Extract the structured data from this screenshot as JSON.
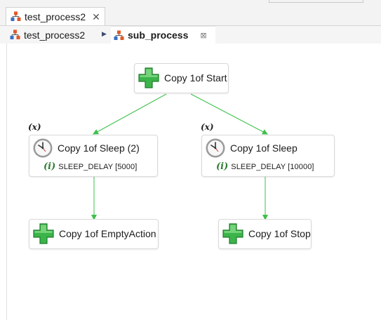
{
  "editor_tabs": [
    {
      "label": "test_process2",
      "icon": "process-icon",
      "closable": true
    }
  ],
  "breadcrumb": [
    {
      "label": "test_process2",
      "icon": "process-icon"
    },
    {
      "label": "sub_process",
      "icon": "process-icon",
      "active": true
    }
  ],
  "nodes": {
    "start": {
      "label": "Copy 1of Start",
      "icon": "green-plus-icon"
    },
    "sleep2": {
      "label": "Copy 1of Sleep (2)",
      "icon": "clock-icon",
      "var_marker": "(x)",
      "param": "SLEEP_DELAY [5000]"
    },
    "sleep": {
      "label": "Copy 1of Sleep",
      "icon": "clock-icon",
      "var_marker": "(x)",
      "param": "SLEEP_DELAY [10000]"
    },
    "empty": {
      "label": "Copy 1of EmptyAction",
      "icon": "green-plus-icon"
    },
    "stop": {
      "label": "Copy 1of Stop",
      "icon": "green-plus-icon"
    }
  },
  "info_glyph": "i",
  "colors": {
    "connector": "#3cc04a",
    "plus_green": "#3bb54a",
    "tab_bg": "#f3f3f3"
  }
}
